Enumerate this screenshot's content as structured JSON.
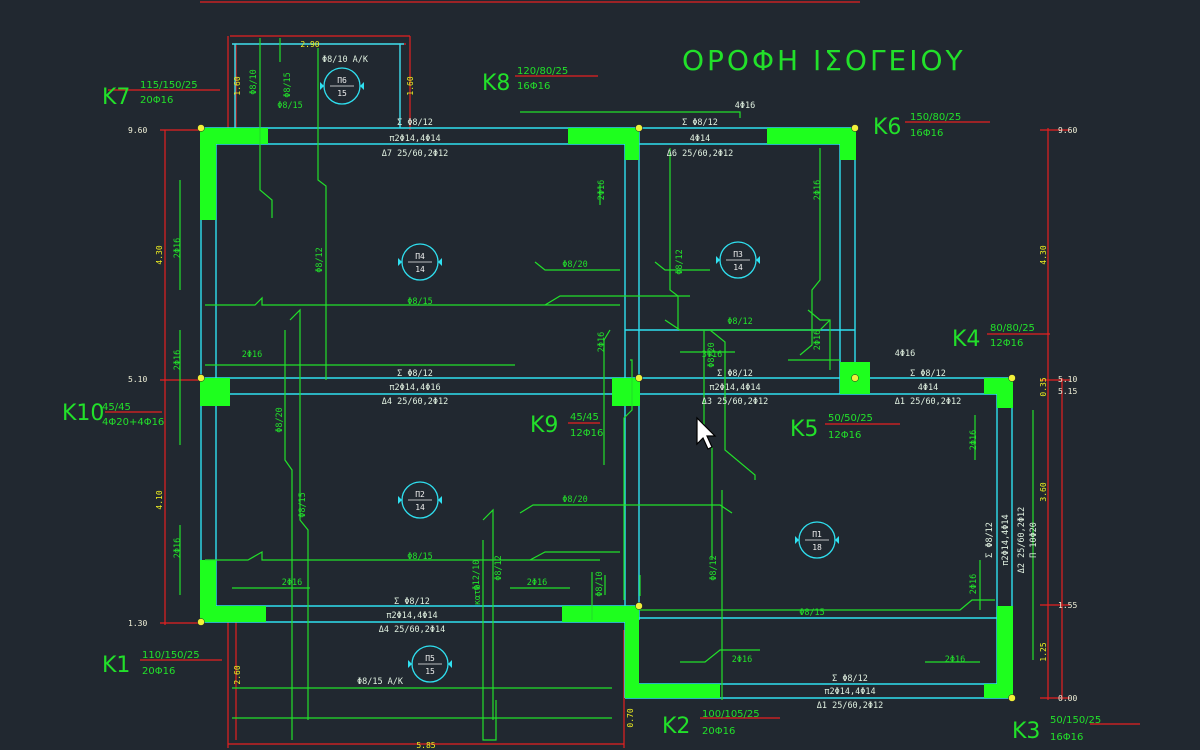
{
  "drawing": {
    "title": "ΟΡΟΦΗ ΙΣΟΓΕΙΟΥ"
  },
  "columns": [
    {
      "id": "K1",
      "label": "K1",
      "dims": "110/150/25",
      "rebar": "20Φ16"
    },
    {
      "id": "K2",
      "label": "K2",
      "dims": "100/105/25",
      "rebar": "20Φ16"
    },
    {
      "id": "K3",
      "label": "K3",
      "dims": "50/150/25",
      "rebar": "16Φ16"
    },
    {
      "id": "K4",
      "label": "K4",
      "dims": "80/80/25",
      "rebar": "12Φ16"
    },
    {
      "id": "K5",
      "label": "K5",
      "dims": "50/50/25",
      "rebar": "12Φ16"
    },
    {
      "id": "K6",
      "label": "K6",
      "dims": "150/80/25",
      "rebar": "16Φ16"
    },
    {
      "id": "K7",
      "label": "K7",
      "dims": "115/150/25",
      "rebar": "20Φ16"
    },
    {
      "id": "K8",
      "label": "K8",
      "dims": "120/80/25",
      "rebar": "16Φ16"
    },
    {
      "id": "K9",
      "label": "K9",
      "dims": "45/45",
      "rebar": "12Φ16"
    },
    {
      "id": "K10",
      "label": "K10",
      "dims": "45/45",
      "rebar": "4Φ20+4Φ16"
    }
  ],
  "slabs": [
    {
      "id": "P1",
      "name": "Π1",
      "thk": "18"
    },
    {
      "id": "P2",
      "name": "Π2",
      "thk": "14"
    },
    {
      "id": "P3",
      "name": "Π3",
      "thk": "14"
    },
    {
      "id": "P4",
      "name": "Π4",
      "thk": "14"
    },
    {
      "id": "P5",
      "name": "Π5",
      "thk": "15"
    },
    {
      "id": "P6",
      "name": "Π6",
      "thk": "15"
    }
  ],
  "beams": {
    "top_left_sigma": "Σ Φ8/12",
    "top_left_rebar": "π2Φ14,4Φ14",
    "top_left_section": "Δ7 25/60,2Φ12",
    "top_right_sigma": "Σ Φ8/12",
    "top_right_rebar": "4Φ14",
    "top_right_section": "Δ6 25/60,2Φ12",
    "mid_left_sigma": "Σ Φ8/12",
    "mid_left_rebar": "π2Φ14,4Φ16",
    "mid_left_section": "Δ4 25/60,2Φ12",
    "mid_mid_sigma": "Σ Φ8/12",
    "mid_mid_rebar": "π2Φ14,4Φ14",
    "mid_mid_section": "Δ3 25/60,2Φ12",
    "mid_right_sigma": "Σ Φ8/12",
    "mid_right_rebar": "4Φ14",
    "mid_right_section": "Δ1 25/60,2Φ12",
    "bot_left_sigma": "Σ Φ8/12",
    "bot_left_rebar": "π2Φ14,4Φ14",
    "bot_left_section": "Δ4 25/60,2Φ14",
    "bot_right_sigma": "Σ Φ8/12",
    "bot_right_rebar": "π2Φ14,4Φ14",
    "bot_right_section": "Δ1 25/60,2Φ12",
    "right_vert_sigma": "Σ Φ8/12",
    "right_vert_rebar": "π2Φ14,4Φ14",
    "right_vert_section": "Δ2 25/60,2Φ12",
    "right_vert_extra": "Π 10Φ20",
    "top_mid_4f16": "4Φ16",
    "k4_4f16": "4Φ16",
    "top_dim": "2.90",
    "top_dim_sub": "Φ8/10 Α/Κ",
    "bot_cant": "Φ8/15 Α/Κ"
  },
  "mesh_labels": {
    "m1": "Φ8/15",
    "m2": "Φ8/15",
    "m3": "Φ8/20",
    "m4": "Φ8/20",
    "m5": "Φ8/15",
    "m6": "Φ8/12",
    "m7": "Φ8/12",
    "m8": "Φ8/15",
    "m9": "Φ8/12",
    "m10": "Φ8/20",
    "m11": "Φ8/15",
    "m12": "Φ8/10",
    "m13": "Φ8/12",
    "m14": "Φ12/10",
    "m15": "Φ8/12",
    "m16": "Φ8/15",
    "m17": "Φ8/20",
    "m18": "2Φ16",
    "m19": "2Φ16",
    "m20": "2Φ16",
    "m21": "2Φ16",
    "m22": "2Φ16",
    "m23": "2Φ16",
    "m24": "3Φ16",
    "m25": "2Φ16",
    "m26": "2Φ16",
    "m27": "2Φ16",
    "m28": "2Φ16",
    "m29": "2Φ16",
    "m30": "2Φ16",
    "m31": "2Φ16",
    "m32": "2Φ16",
    "m33": "Φ8/10",
    "m34": "κατω"
  },
  "levels": {
    "lv_tl": "9.60",
    "lv_ml": "5.10",
    "lv_bl": "1.30",
    "lv_tr": "9.60",
    "lv_mr": "5.10",
    "lv_mr2": "5.15",
    "lv_br1": "1.55",
    "lv_br2": "0.00",
    "d_l1": "4.30",
    "d_l2": "4.10",
    "d_r1": "4.30",
    "d_r2": "3.60",
    "d_r3": "0.35",
    "d_r4": "1.25",
    "d_k2": "0.70",
    "d_bot": "2.60",
    "d_top1": "1.60",
    "d_top2": "1.60",
    "d_bottom": "5.85"
  },
  "colors": {
    "background": "#212830",
    "beam": "#2fe0f0",
    "column": "#1eff1e",
    "rebar": "#22e02a",
    "dimension": "#e52020",
    "node": "#f2f03a"
  }
}
